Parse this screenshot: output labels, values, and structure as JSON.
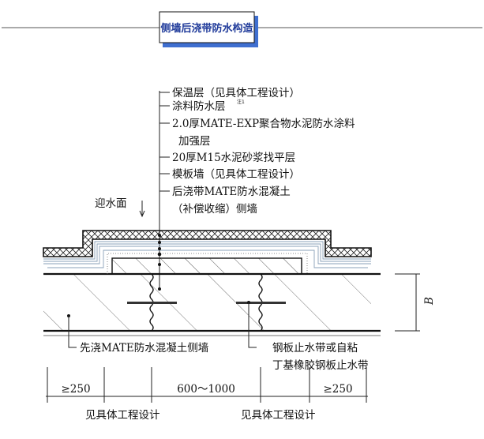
{
  "title": "侧墙后浇带防水构造",
  "colors": {
    "accent": "#3f6fd0",
    "title_text": "#1f3a9a"
  },
  "layer_labels": [
    "保温层（见具体工程设计）",
    "涂料防水层",
    "2.0厚MATE-EXP聚合物水泥防水涂料",
    "加强层",
    "20厚M15水泥砂浆找平层",
    "模板墙（见具体工程设计）",
    "后浇带MATE防水混凝土",
    "（补偿收缩）侧墙"
  ],
  "footnote_mark": "注1",
  "water_face": "迎水面",
  "dimension_B": "B",
  "bottom_labels": {
    "left_wall": "先浇MATE防水混凝土侧墙",
    "waterstop_1": "钢板止水带或自粘",
    "waterstop_2": "丁基橡胶钢板止水带"
  },
  "dimensions": [
    "≥250",
    "600～1000",
    "≥250"
  ],
  "dimension_notes": [
    "见具体工程设计",
    "见具体工程设计"
  ]
}
